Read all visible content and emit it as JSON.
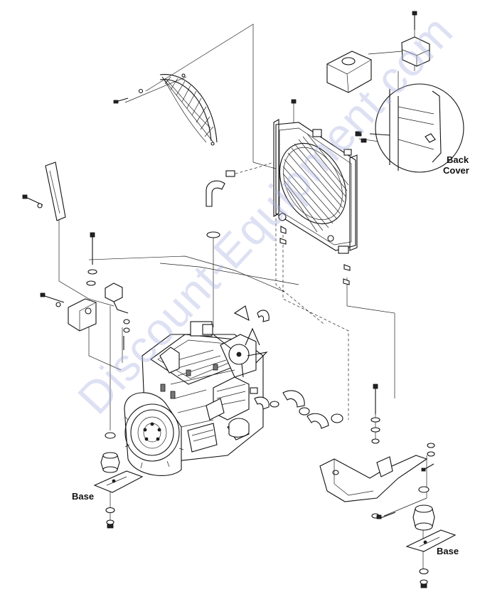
{
  "labels": {
    "back_cover_line1": "Back",
    "back_cover_line2": "Cover",
    "base_left": "Base",
    "base_right": "Base"
  },
  "watermark": "Discount-Equipment.com",
  "colors": {
    "line": "#111111",
    "watermark": "#aab2e0",
    "background": "#ffffff"
  }
}
